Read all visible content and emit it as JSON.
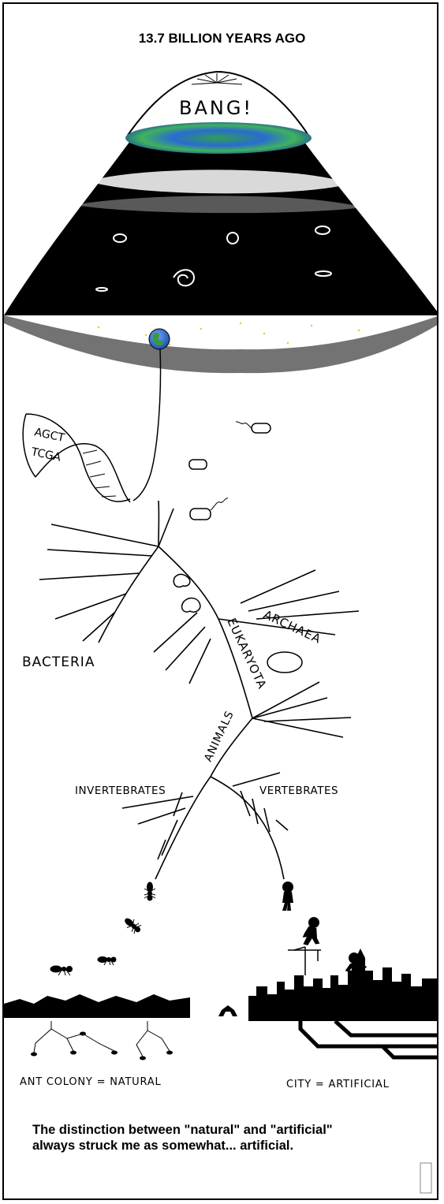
{
  "title": "13.7 BILLION YEARS AGO",
  "bang_label": "BANG!",
  "dna_bases": {
    "top": "AGCT",
    "bottom": "TCGA"
  },
  "tree_labels": {
    "bacteria": "BACTERIA",
    "archaea": "ARCHAEA",
    "eukaryota": "EUKARYOTA",
    "animals": "ANIMALS",
    "invertebrates": "INVERTEBRATES",
    "vertebrates": "VERTEBRATES"
  },
  "bottom_labels": {
    "ant_colony": "ANT COLONY = NATURAL",
    "city": "CITY = ARTIFICIAL"
  },
  "caption_lines": [
    "The distinction between \"natural\" and  \"artificial\"",
    "always struck me as somewhat... artificial."
  ],
  "icons": [
    "big-bang-icon",
    "earth-icon",
    "dna-helix-icon",
    "bacteria-icon",
    "ant-icon",
    "human-figure-icon",
    "city-skyline-icon",
    "artist-seal-icon"
  ],
  "colors": {
    "ink": "#000000",
    "paper": "#ffffff",
    "cmb_blue": "#2a6bd0",
    "cmb_green": "#3fb35a",
    "earth_blue": "#2f6fd6",
    "earth_green": "#3a9a3a"
  }
}
